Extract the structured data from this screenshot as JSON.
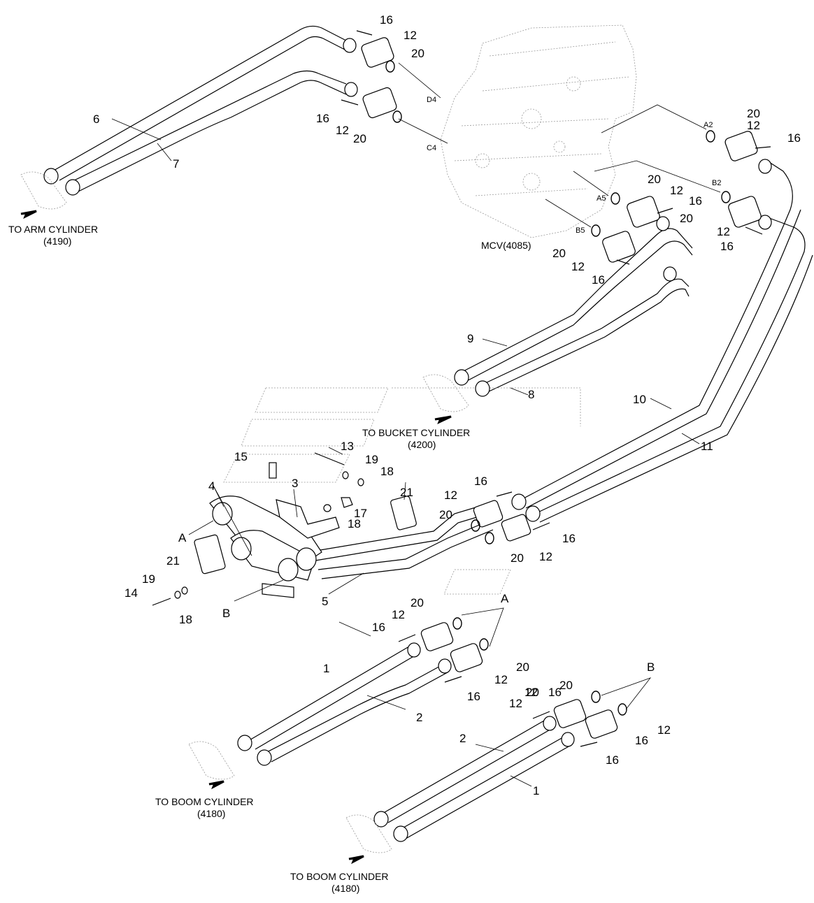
{
  "destinations": {
    "arm": {
      "line1": "TO ARM CYLINDER",
      "line2": "(4190)"
    },
    "bucket": {
      "line1": "TO BUCKET CYLINDER",
      "line2": "(4200)"
    },
    "boom_left": {
      "line1": "TO BOOM CYLINDER",
      "line2": "(4180)"
    },
    "boom_right": {
      "line1": "TO BOOM CYLINDER",
      "line2": "(4180)"
    }
  },
  "mcv_label": "MCV(4085)",
  "ports": [
    "D4",
    "C4",
    "A2",
    "B2",
    "A5",
    "B5"
  ],
  "callouts": [
    "16",
    "12",
    "20",
    "6",
    "16",
    "12",
    "20",
    "7",
    "20",
    "12",
    "16",
    "20",
    "12",
    "16",
    "20",
    "12",
    "16",
    "20",
    "12",
    "16",
    "9",
    "8",
    "10",
    "11",
    "13",
    "15",
    "19",
    "18",
    "4",
    "3",
    "17",
    "18",
    "21",
    "A",
    "21",
    "19",
    "14",
    "18",
    "B",
    "5",
    "16",
    "12",
    "20",
    "12",
    "20",
    "16",
    "12",
    "20",
    "A",
    "16",
    "12",
    "1",
    "20",
    "12",
    "16",
    "2",
    "B",
    "20",
    "12",
    "16",
    "12",
    "20",
    "2",
    "16",
    "1",
    "16"
  ]
}
